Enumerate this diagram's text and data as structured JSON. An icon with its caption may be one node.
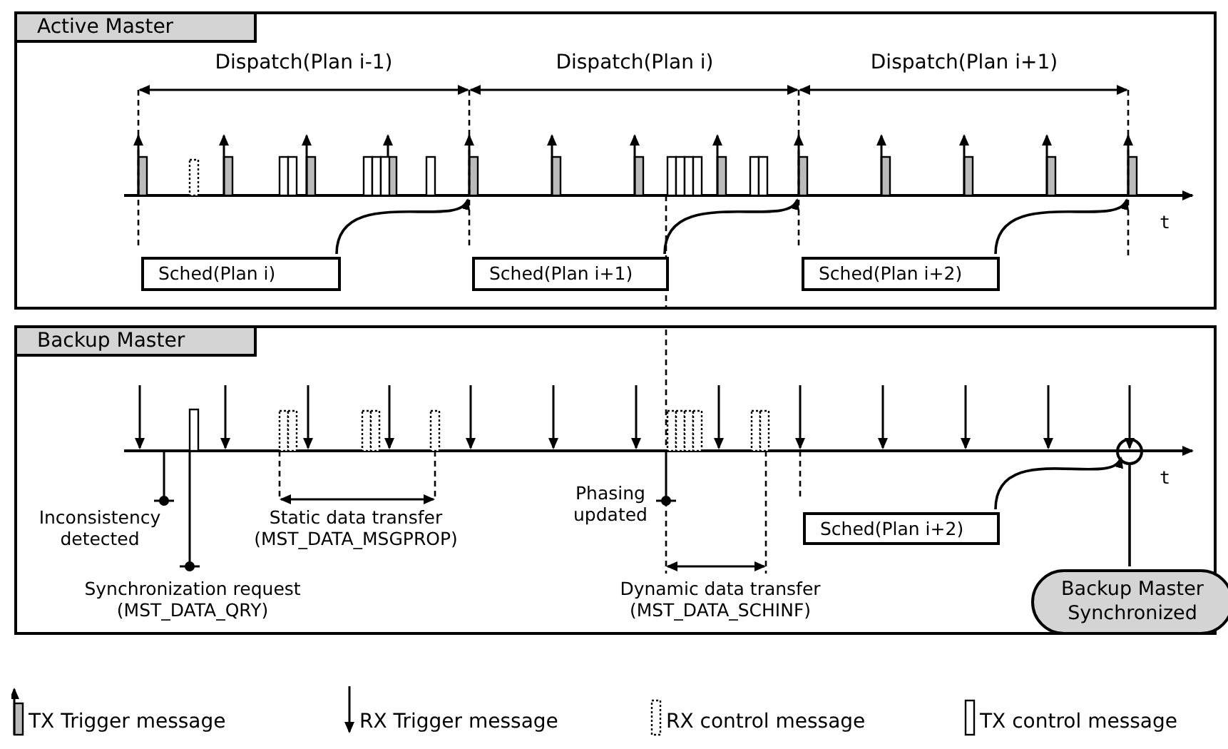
{
  "diagram": {
    "nodes": [
      {
        "text": [
          "Active Master"
        ]
      },
      {
        "text": [
          "Sched(Plan i)"
        ],
        "in": 0
      },
      {
        "text": [
          "Sched(Plan i+1)"
        ],
        "in": 0
      },
      {
        "text": [
          "Sched(Plan i+2)"
        ],
        "in": 0
      },
      {
        "text": [
          "Backup Master"
        ]
      },
      {
        "text": [
          "Sched(Plan i+2)"
        ],
        "in": 4
      },
      {
        "text": [
          "Backup Master Synchronized"
        ],
        "in": 4
      }
    ],
    "edges": [
      {
        "from": 1,
        "to": null,
        "arrow": "to"
      },
      {
        "from": 2,
        "to": null,
        "arrow": "to"
      },
      {
        "from": 3,
        "to": null,
        "arrow": "to"
      },
      {
        "from": 5,
        "to": null,
        "arrow": "to"
      },
      {
        "from": 6,
        "to": null,
        "arrow": "other"
      }
    ],
    "labels": [
      "Dispatch(Plan i-1)",
      "Dispatch(Plan i)",
      "Dispatch(Plan i+1)",
      "t",
      "t",
      "Phasing updated",
      "Inconsistency detected",
      "Static data transfer (MST_DATA_MSGPROP)",
      "Synchronization request (MST_DATA_QRY)",
      "Dynamic data transfer (MST_DATA_SCHINF)"
    ],
    "legend": [
      {
        "text": "TX Trigger message"
      },
      {
        "text": "RX Trigger message"
      },
      {
        "text": "RX control message"
      },
      {
        "text": "TX control message"
      }
    ]
  }
}
